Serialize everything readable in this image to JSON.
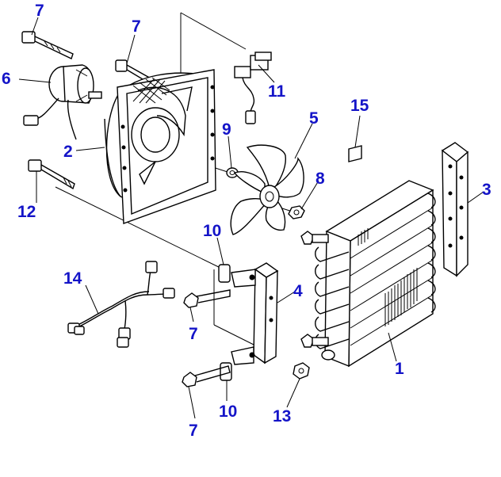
{
  "diagram": {
    "callouts": [
      {
        "id": "c7a",
        "text": "7"
      },
      {
        "id": "c7b",
        "text": "7"
      },
      {
        "id": "c6",
        "text": "6"
      },
      {
        "id": "c2",
        "text": "2"
      },
      {
        "id": "c9",
        "text": "9"
      },
      {
        "id": "c11",
        "text": "11"
      },
      {
        "id": "c15",
        "text": "15"
      },
      {
        "id": "c5",
        "text": "5"
      },
      {
        "id": "c8",
        "text": "8"
      },
      {
        "id": "c3",
        "text": "3"
      },
      {
        "id": "c12",
        "text": "12"
      },
      {
        "id": "c10a",
        "text": "10"
      },
      {
        "id": "c14",
        "text": "14"
      },
      {
        "id": "c4",
        "text": "4"
      },
      {
        "id": "c7c",
        "text": "7"
      },
      {
        "id": "c1",
        "text": "1"
      },
      {
        "id": "c7d",
        "text": "7"
      },
      {
        "id": "c10b",
        "text": "10"
      },
      {
        "id": "c13",
        "text": "13"
      }
    ]
  }
}
